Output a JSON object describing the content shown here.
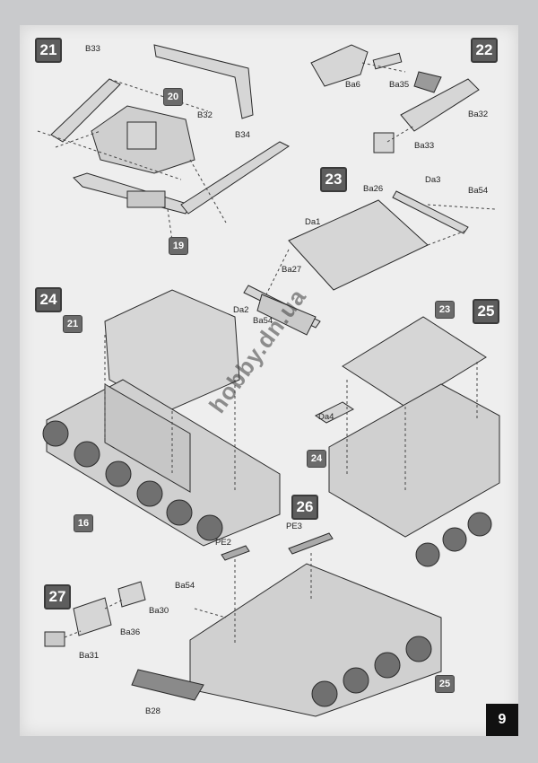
{
  "steps": {
    "s21": "21",
    "s22": "22",
    "s23": "23",
    "s24": "24",
    "s25": "25",
    "s26": "26",
    "s27": "27"
  },
  "refs": {
    "r20": "20",
    "r19": "19",
    "r21": "21",
    "r16": "16",
    "r23": "23",
    "r24": "24",
    "r25": "25"
  },
  "parts": {
    "b33": "B33",
    "b32": "B32",
    "b34": "B34",
    "ba6": "Ba6",
    "ba35": "Ba35",
    "ba32": "Ba32",
    "ba33": "Ba33",
    "ba26": "Ba26",
    "da3": "Da3",
    "ba54a": "Ba54",
    "da1": "Da1",
    "ba27": "Ba27",
    "da2": "Da2",
    "ba54b": "Ba54",
    "da4": "Da4",
    "pe2": "PE2",
    "pe3": "PE3",
    "ba54c": "Ba54",
    "ba30": "Ba30",
    "ba36": "Ba36",
    "ba31": "Ba31",
    "b28": "B28"
  },
  "watermark": "hobby.dn.ua",
  "page_number": "9"
}
